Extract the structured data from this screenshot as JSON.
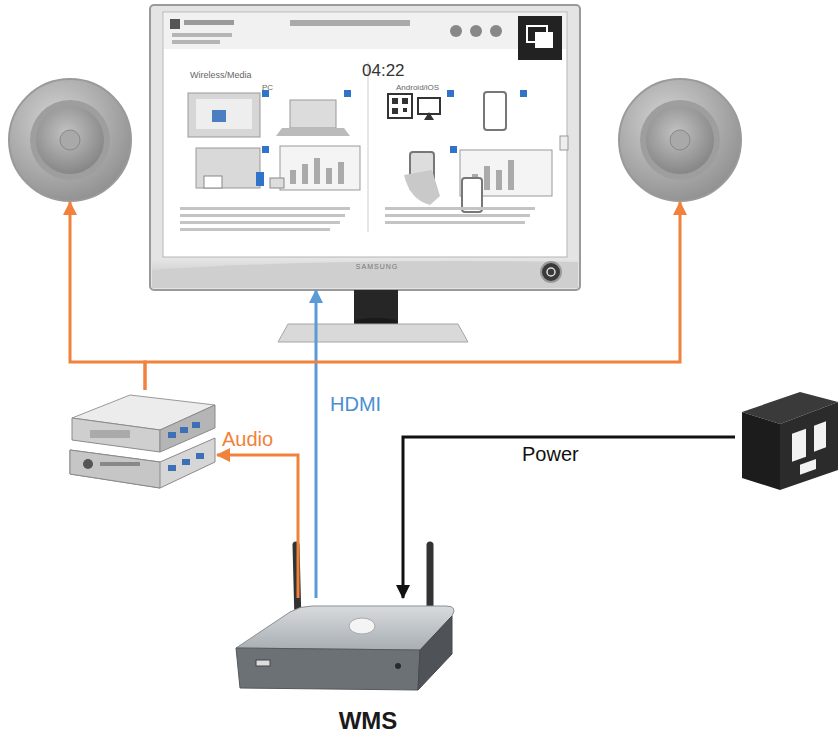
{
  "diagram": {
    "nodes": [
      {
        "text": [
          "Wireless/Media",
          "04:22",
          "PC",
          "Android/iOS"
        ]
      },
      {
        "text": []
      },
      {
        "text": []
      },
      {
        "text": []
      },
      {
        "text": [
          "WMS"
        ]
      },
      {
        "text": []
      }
    ],
    "edges": [
      {
        "from": 4,
        "to": 0,
        "label": "HDMI",
        "arrow": "to"
      },
      {
        "from": 4,
        "to": 3,
        "label": "Audio",
        "arrow": "to"
      },
      {
        "from": 3,
        "to": 1,
        "arrow": "to"
      },
      {
        "from": 3,
        "to": 2,
        "arrow": "to"
      },
      {
        "from": 5,
        "to": 4,
        "label": "Power",
        "arrow": "to"
      }
    ],
    "labels": [
      "SAMSUNG"
    ]
  }
}
